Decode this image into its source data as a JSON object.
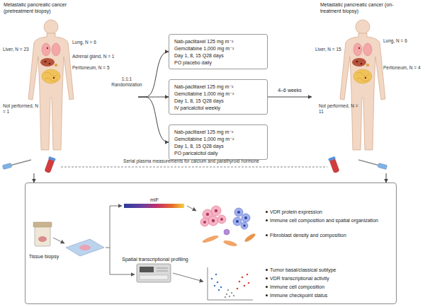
{
  "diagram": {
    "nodes": [
      {
        "text": [
          "Metastatic pancreatic cancer (pretreatment biopsy)"
        ]
      },
      {
        "text": [
          "Nab-paclitaxel 125 mg m⁻²",
          "Gemcitabine 1,000 mg m⁻²",
          "Day 1, 8, 15 Q28 days",
          "PO placebo daily"
        ]
      },
      {
        "text": [
          "Nab-paclitaxel 125 mg m⁻²",
          "Gemcitabine 1,000 mg m⁻²",
          "Day 1, 8, 15 Q28 days",
          "IV paricalcitol weekly"
        ]
      },
      {
        "text": [
          "Nab-paclitaxel 125 mg m⁻²",
          "Gemcitabine 1,000 mg m⁻²",
          "Day 1, 8, 15 Q28 days",
          "PO paricalcitol daily"
        ]
      },
      {
        "text": [
          "Metastatic pancreatic cancer (on-treatment biopsy)"
        ]
      },
      {
        "text": [
          "Tissue biopsy",
          "mIF",
          "Spatial transcriptional profiling",
          "VDR protein expression",
          "Immune cell composition and spatial organization",
          "Fibroblast density and composition",
          "Tumor basal/classical subtype",
          "VDR transcriptional activity",
          "Immune cell composition",
          "Immune checkpoint status"
        ]
      }
    ],
    "edges": [
      {
        "from": 0,
        "to": 1,
        "arrow": "to"
      },
      {
        "from": 0,
        "to": 2,
        "arrow": "to"
      },
      {
        "from": 0,
        "to": 3,
        "arrow": "to"
      },
      {
        "from": 2,
        "to": 4,
        "label": "4–6 weeks",
        "arrow": "to"
      },
      {
        "from": 0,
        "to": 5,
        "arrow": "to"
      },
      {
        "from": 4,
        "to": 5,
        "arrow": "to"
      }
    ],
    "labels": [
      "Liver, N = 23",
      "Lung, N = 6",
      "Adrenal gland, N = 1",
      "Peritoneum, N = 5",
      "Not performed, N = 1",
      "1:1:1 Randomization",
      "Lung, N = 6",
      "Liver, N = 15",
      "Peritoneum, N = 4",
      "Not performed, N = 11",
      "Serial plasma measurements for calcium and parathyroid hormone"
    ]
  }
}
